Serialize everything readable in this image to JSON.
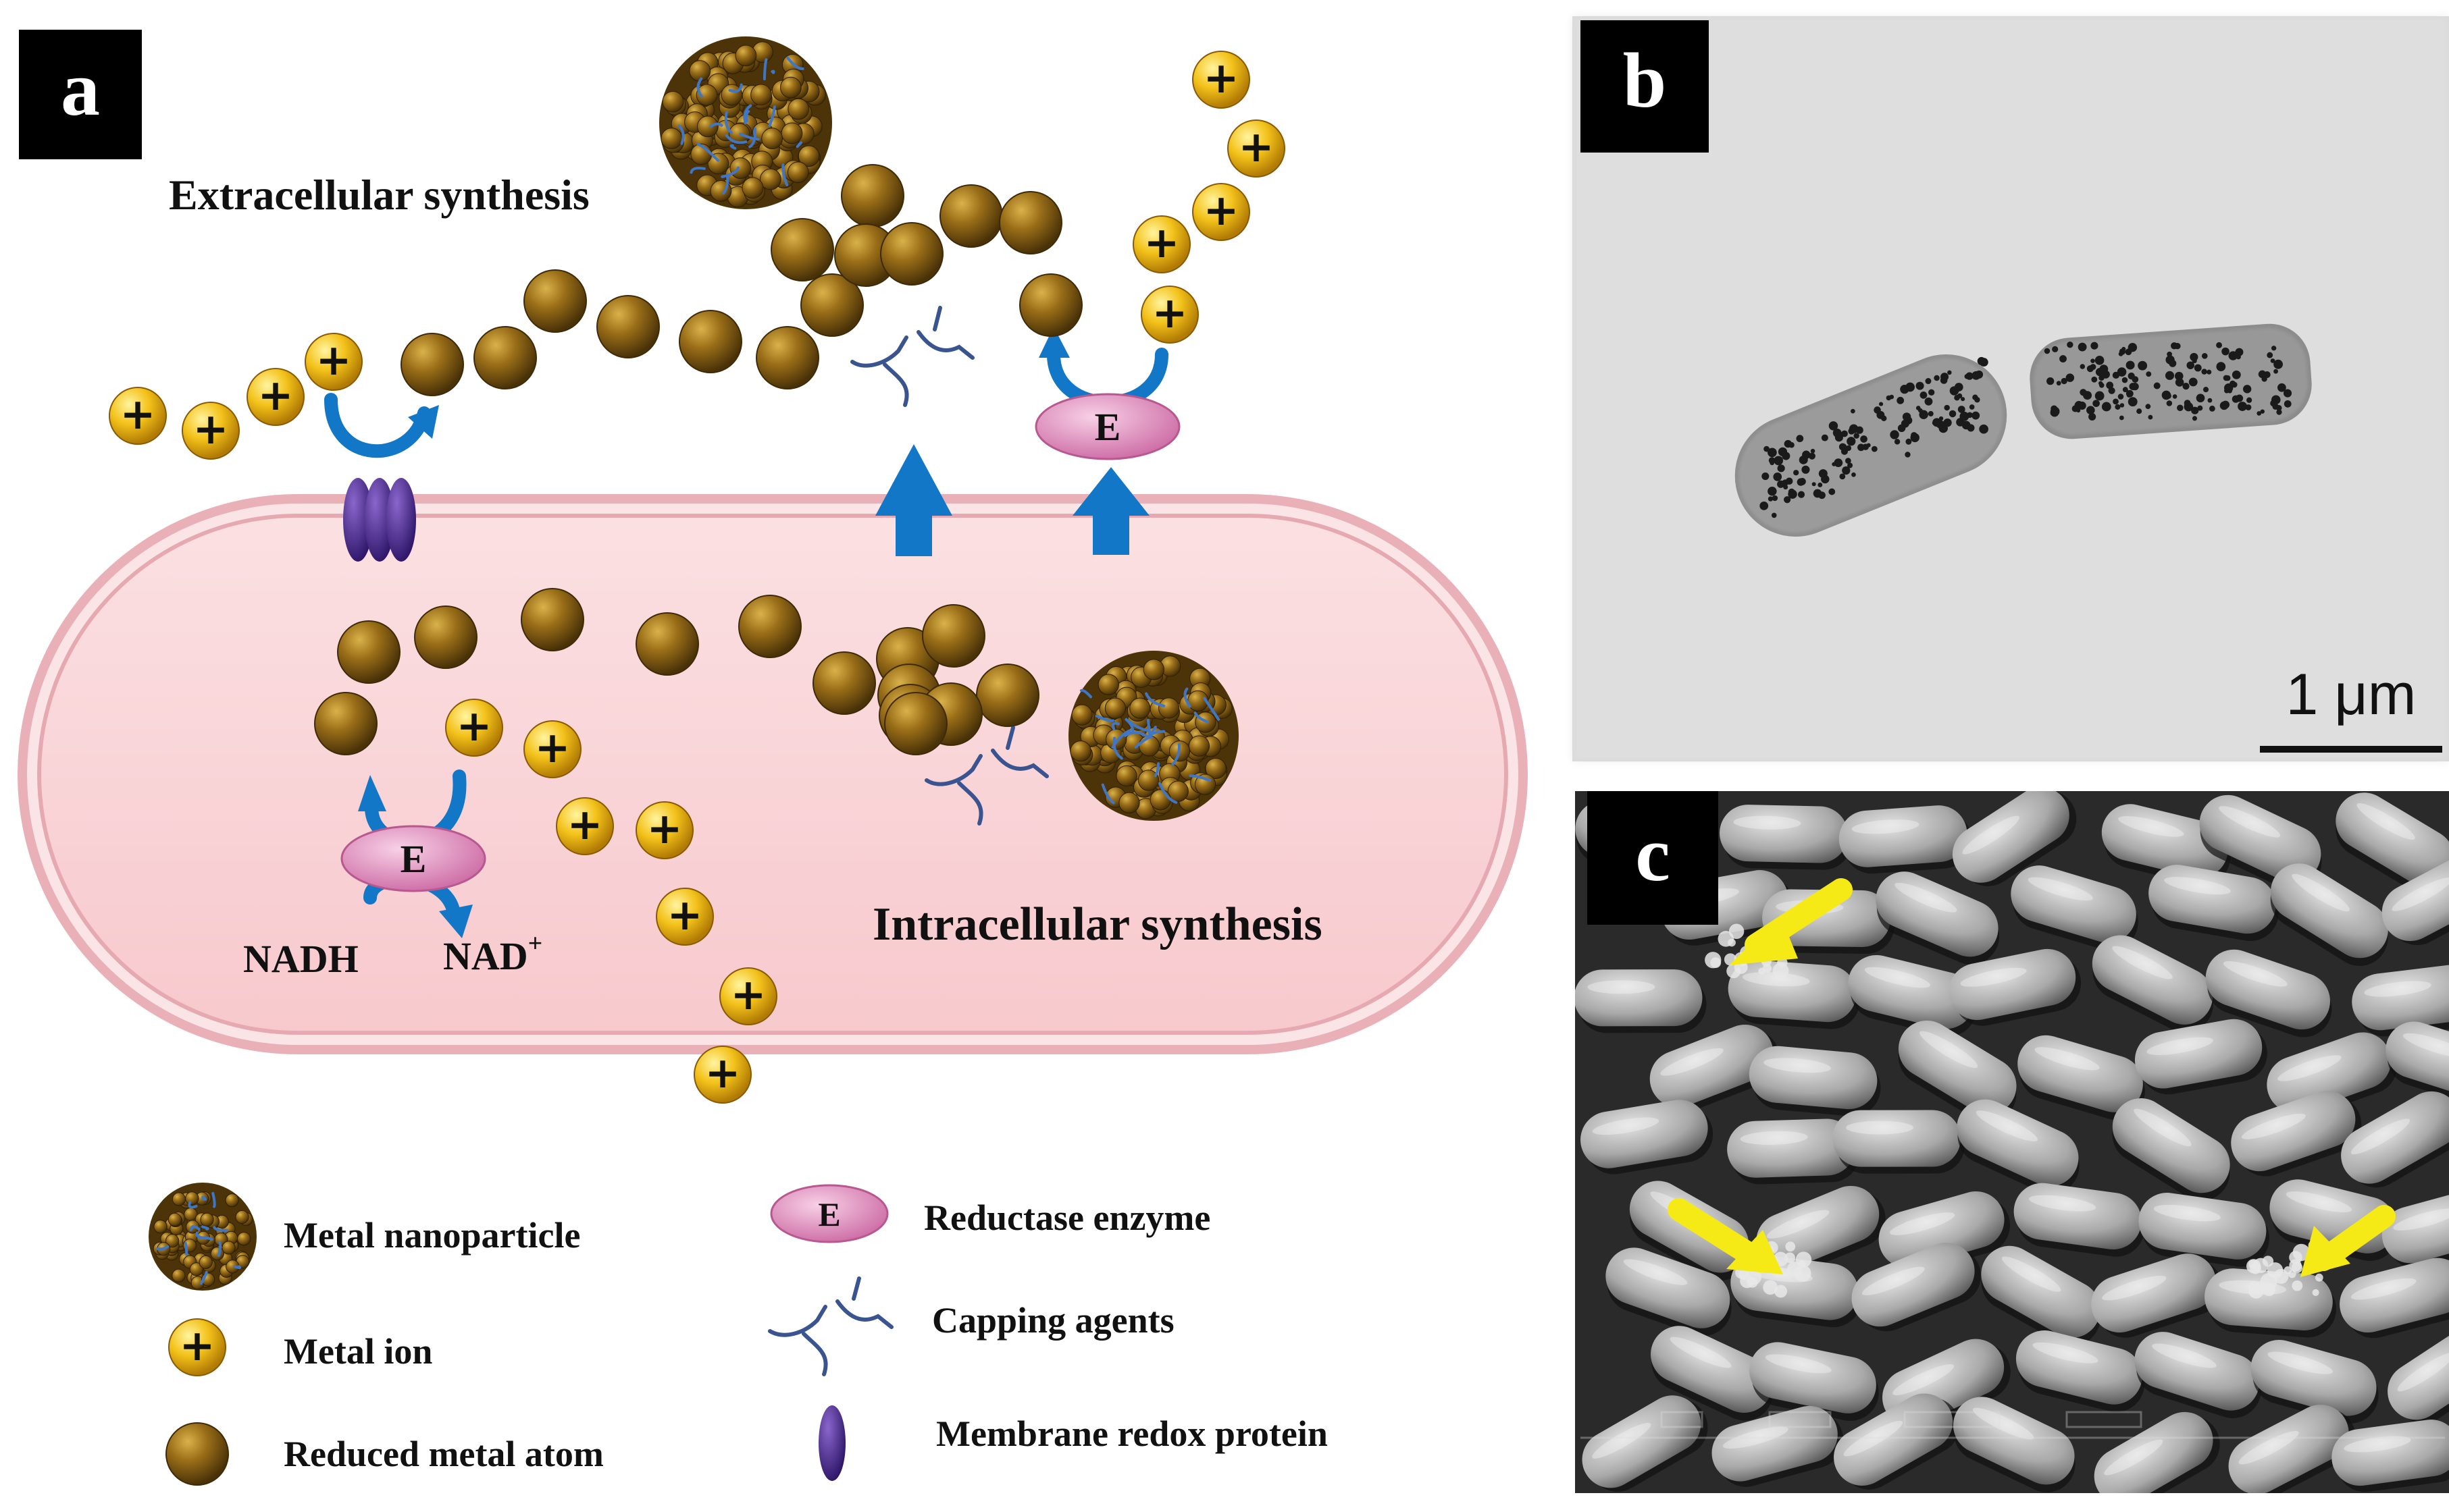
{
  "panels": {
    "a": {
      "letter": "a"
    },
    "b": {
      "letter": "b",
      "scale_bar": "1 μm"
    },
    "c": {
      "letter": "c"
    }
  },
  "diagram": {
    "extracellular_label": "Extracellular synthesis",
    "intracellular_label": "Intracellular synthesis",
    "enzyme_letter": "E",
    "nadh": "NADH",
    "nad_plus": "NAD",
    "nad_sup": "+",
    "ion_symbol": "+"
  },
  "legend": {
    "metal_nanoparticle": "Metal nanoparticle",
    "metal_ion": "Metal ion",
    "reduced_metal_atom": "Reduced metal atom",
    "reductase_enzyme": "Reductase enzyme",
    "capping_agents": "Capping agents",
    "membrane_redox_protein": "Membrane redox protein"
  },
  "colors": {
    "cell_fill": "#f9d4d6",
    "cell_border": "#e3a6ae",
    "metal_atom": "#8a6212",
    "metal_ion": "#f1c014",
    "enzyme": "#e59fc5",
    "arrow_blue": "#1177c6",
    "membrane_protein": "#4a2a8a",
    "annotation_arrow": "#f5ea16"
  }
}
